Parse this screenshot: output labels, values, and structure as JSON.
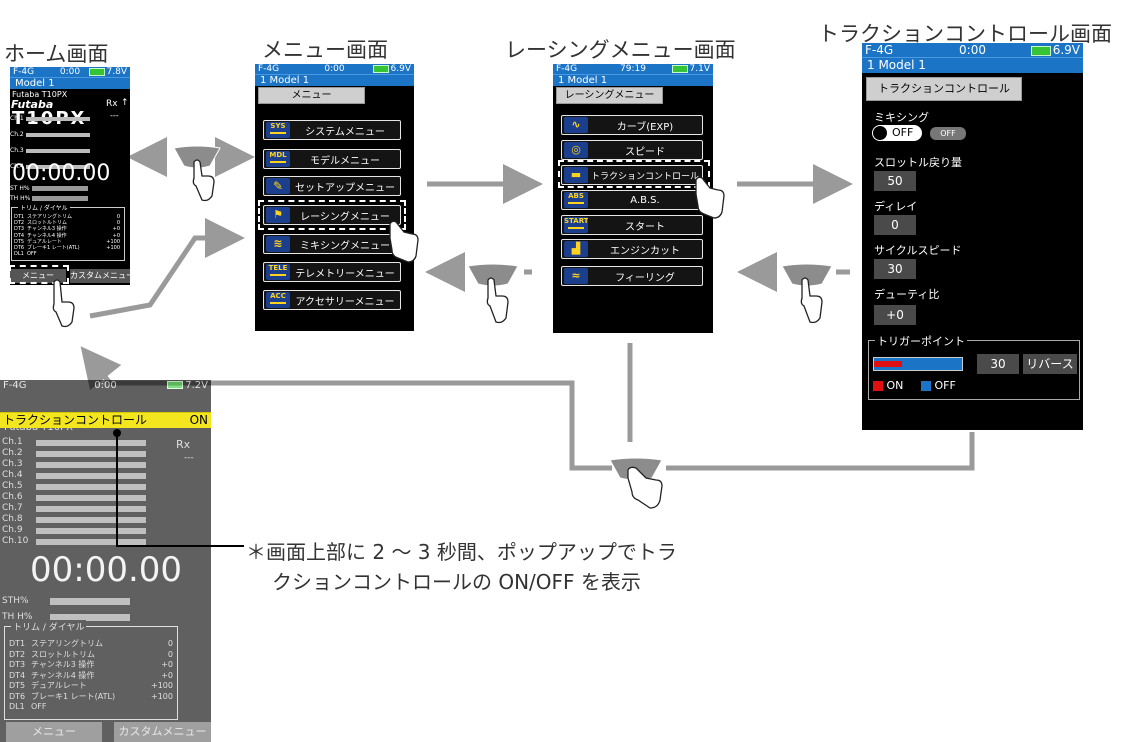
{
  "titles": {
    "home": "ホーム画面",
    "menu": "メニュー画面",
    "racing": "レーシングメニュー画面",
    "tc": "トラクションコントロール画面"
  },
  "status": {
    "home": {
      "name": "F-4G",
      "time": "0:00",
      "batt": "7.8V",
      "model": "Model 1"
    },
    "menu": {
      "name": "F-4G",
      "time": "0:00",
      "batt": "6.9V",
      "model": "1  Model 1"
    },
    "racing": {
      "name": "F-4G",
      "time": "79:19",
      "batt": "7.1V",
      "model": "1  Model 1"
    },
    "tc": {
      "name": "F-4G",
      "time": "0:00",
      "batt": "6.9V",
      "model": "1  Model 1"
    },
    "popup": {
      "name": "F-4G",
      "time": "0:00",
      "batt": "7.2V"
    }
  },
  "home": {
    "brand": "Futaba T10PX",
    "logo": "Futaba",
    "model_name": "T10PX",
    "rx": "Rx",
    "rx_val": "---",
    "channels": [
      "Ch.1",
      "Ch.2",
      "Ch.3",
      "Ch.4"
    ],
    "timer": "00:00.00",
    "st": "ST H%",
    "th": "TH H%",
    "trim_title": "トリム / ダイヤル",
    "trims": [
      {
        "n": "DT1",
        "label": "ステアリングトリム",
        "val": "0"
      },
      {
        "n": "DT2",
        "label": "スロットルトリム",
        "val": "0"
      },
      {
        "n": "DT3",
        "label": "チャンネル3 操作",
        "val": "+0"
      },
      {
        "n": "DT4",
        "label": "チャンネル4 操作",
        "val": "+0"
      },
      {
        "n": "DT5",
        "label": "デュアルレート",
        "val": "+100"
      },
      {
        "n": "DT6",
        "label": "ブレーキ1 レート(ATL)",
        "val": "+100"
      },
      {
        "n": "DL1",
        "label": "OFF",
        "val": ""
      }
    ],
    "menu_btn": "メニュー",
    "custom_btn": "カスタムメニュー"
  },
  "menu": {
    "header": "メニュー",
    "items": [
      {
        "icon": "SYS",
        "label": "システムメニュー"
      },
      {
        "icon": "MDL",
        "label": "モデルメニュー"
      },
      {
        "icon": "",
        "label": "セットアップメニュー"
      },
      {
        "icon": "",
        "label": "レーシングメニュー"
      },
      {
        "icon": "",
        "label": "ミキシングメニュー"
      },
      {
        "icon": "TELE",
        "label": "テレメトリーメニュー"
      },
      {
        "icon": "ACC",
        "label": "アクセサリーメニュー"
      }
    ]
  },
  "racing": {
    "header": "レーシングメニュー",
    "items": [
      {
        "icon": "",
        "label": "カーブ(EXP)"
      },
      {
        "icon": "",
        "label": "スピード"
      },
      {
        "icon": "",
        "label": "トラクションコントロール"
      },
      {
        "icon": "ABS",
        "label": "A.B.S."
      },
      {
        "icon": "START",
        "label": "スタート"
      },
      {
        "icon": "",
        "label": "エンジンカット"
      },
      {
        "icon": "",
        "label": "フィーリング"
      }
    ]
  },
  "tc": {
    "header": "トラクションコントロール",
    "mixing_label": "ミキシング",
    "mixing_val": "OFF",
    "mixing_state": "OFF",
    "throttle_return_label": "スロットル戻り量",
    "throttle_return_val": "50",
    "delay_label": "ディレイ",
    "delay_val": "0",
    "cycle_label": "サイクルスピード",
    "cycle_val": "30",
    "duty_label": "デューティ比",
    "duty_val": "+0",
    "trigger_label": "トリガーポイント",
    "trigger_val": "30",
    "reverse_btn": "リバース",
    "legend_on": "ON",
    "legend_off": "OFF",
    "colors": {
      "on": "#e01010",
      "off": "#1c74c7"
    }
  },
  "popup": {
    "banner": "トラクションコントロール",
    "banner_state": "ON",
    "brand": "Futaba T10PX",
    "rx": "Rx",
    "rx_val": "---",
    "channels": [
      "Ch.1",
      "Ch.2",
      "Ch.3",
      "Ch.4",
      "Ch.5",
      "Ch.6",
      "Ch.7",
      "Ch.8",
      "Ch.9",
      "Ch.10"
    ],
    "timer": "00:00.00",
    "st": "STH%",
    "th": "TH H%",
    "trim_title": "トリム / ダイヤル",
    "trims": [
      {
        "n": "DT1",
        "label": "ステアリングトリム",
        "val": "0"
      },
      {
        "n": "DT2",
        "label": "スロットルトリム",
        "val": "0"
      },
      {
        "n": "DT3",
        "label": "チャンネル3 操作",
        "val": "+0"
      },
      {
        "n": "DT4",
        "label": "チャンネル4 操作",
        "val": "+0"
      },
      {
        "n": "DT5",
        "label": "デュアルレート",
        "val": "+100"
      },
      {
        "n": "DT6",
        "label": "ブレーキ1 レート(ATL)",
        "val": "+100"
      },
      {
        "n": "DL1",
        "label": "OFF",
        "val": ""
      }
    ],
    "menu_btn": "メニュー",
    "custom_btn": "カスタムメニュー"
  },
  "note": {
    "line1": "＊画面上部に 2 〜 3 秒間、ポップアップでトラ",
    "line2": "クションコントロールの ON/OFF を表示"
  }
}
